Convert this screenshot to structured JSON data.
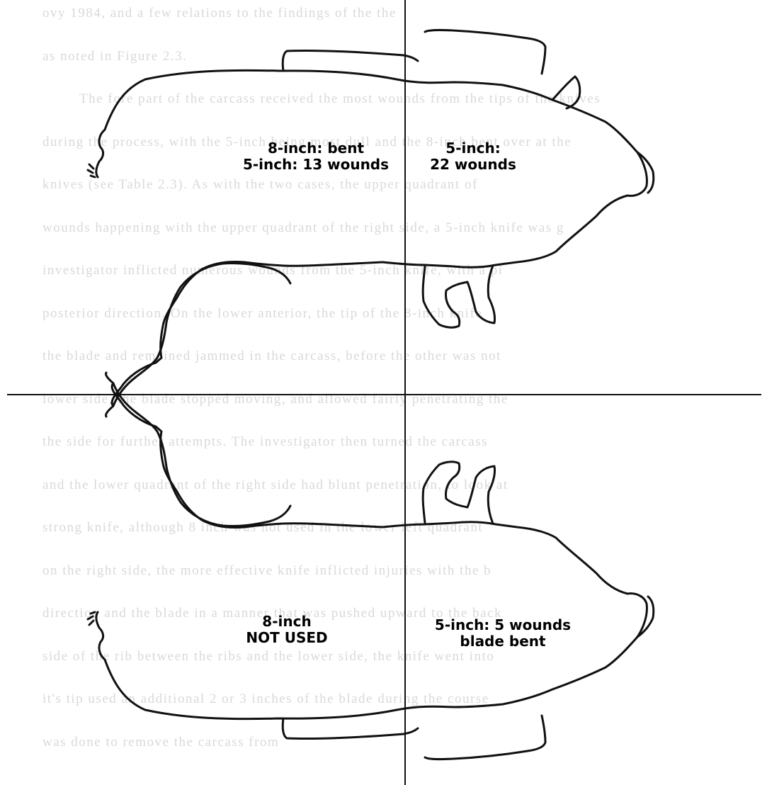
{
  "figure": {
    "background_text_lines": [
      "ovy 1984, and a few relations to the findings of the the",
      "as noted in Figure 2.3.",
      "The fore part of the carcass received the most wounds from the tips of the knives",
      "during the process, with the 5-inch being most dull and the 8-inch bent over at the",
      "knives (see Table 2.3). As with the two cases, the upper quadrant of",
      "wounds happening with the upper quadrant of the right side, a 5-inch knife was g",
      "investigator inflicted numerous wounds from the 5-inch knife, with a pi",
      "posterior direction. On the lower anterior, the tip of the 8-inch knife",
      "the blade and remained jammed in the carcass, before the other was not",
      "lower side, the blade stopped moving, and allowed fairly penetrating the",
      "the side for further attempts. The investigator then turned the carcass",
      "and the lower quadrant of the right side had blunt penetration, to look at",
      "strong knife, although 8 inch was not used in the lower left quadrant",
      "on the right side, the more effective knife inflicted injuries with the b",
      "direction and the blade in a manner that was pushed upward to the back",
      "side of the rib between the ribs and the lower side, the knife went into",
      "it's tip used an additional 2 or 3 inches of the blade during the course",
      "was done to remove the carcass from"
    ],
    "quadrants": {
      "upper_left": {
        "line1": "8-inch: bent",
        "line2": "5-inch: 13 wounds"
      },
      "upper_right": {
        "line1": "5-inch:",
        "line2": "22 wounds"
      },
      "lower_left": {
        "line1": "8-inch",
        "line2": "NOT USED"
      },
      "lower_right": {
        "line1": "5-inch: 5 wounds",
        "line2": "blade bent"
      }
    },
    "colors": {
      "ink": "#111111",
      "ghost_text": "#d9d9d9",
      "paper": "#ffffff"
    }
  }
}
